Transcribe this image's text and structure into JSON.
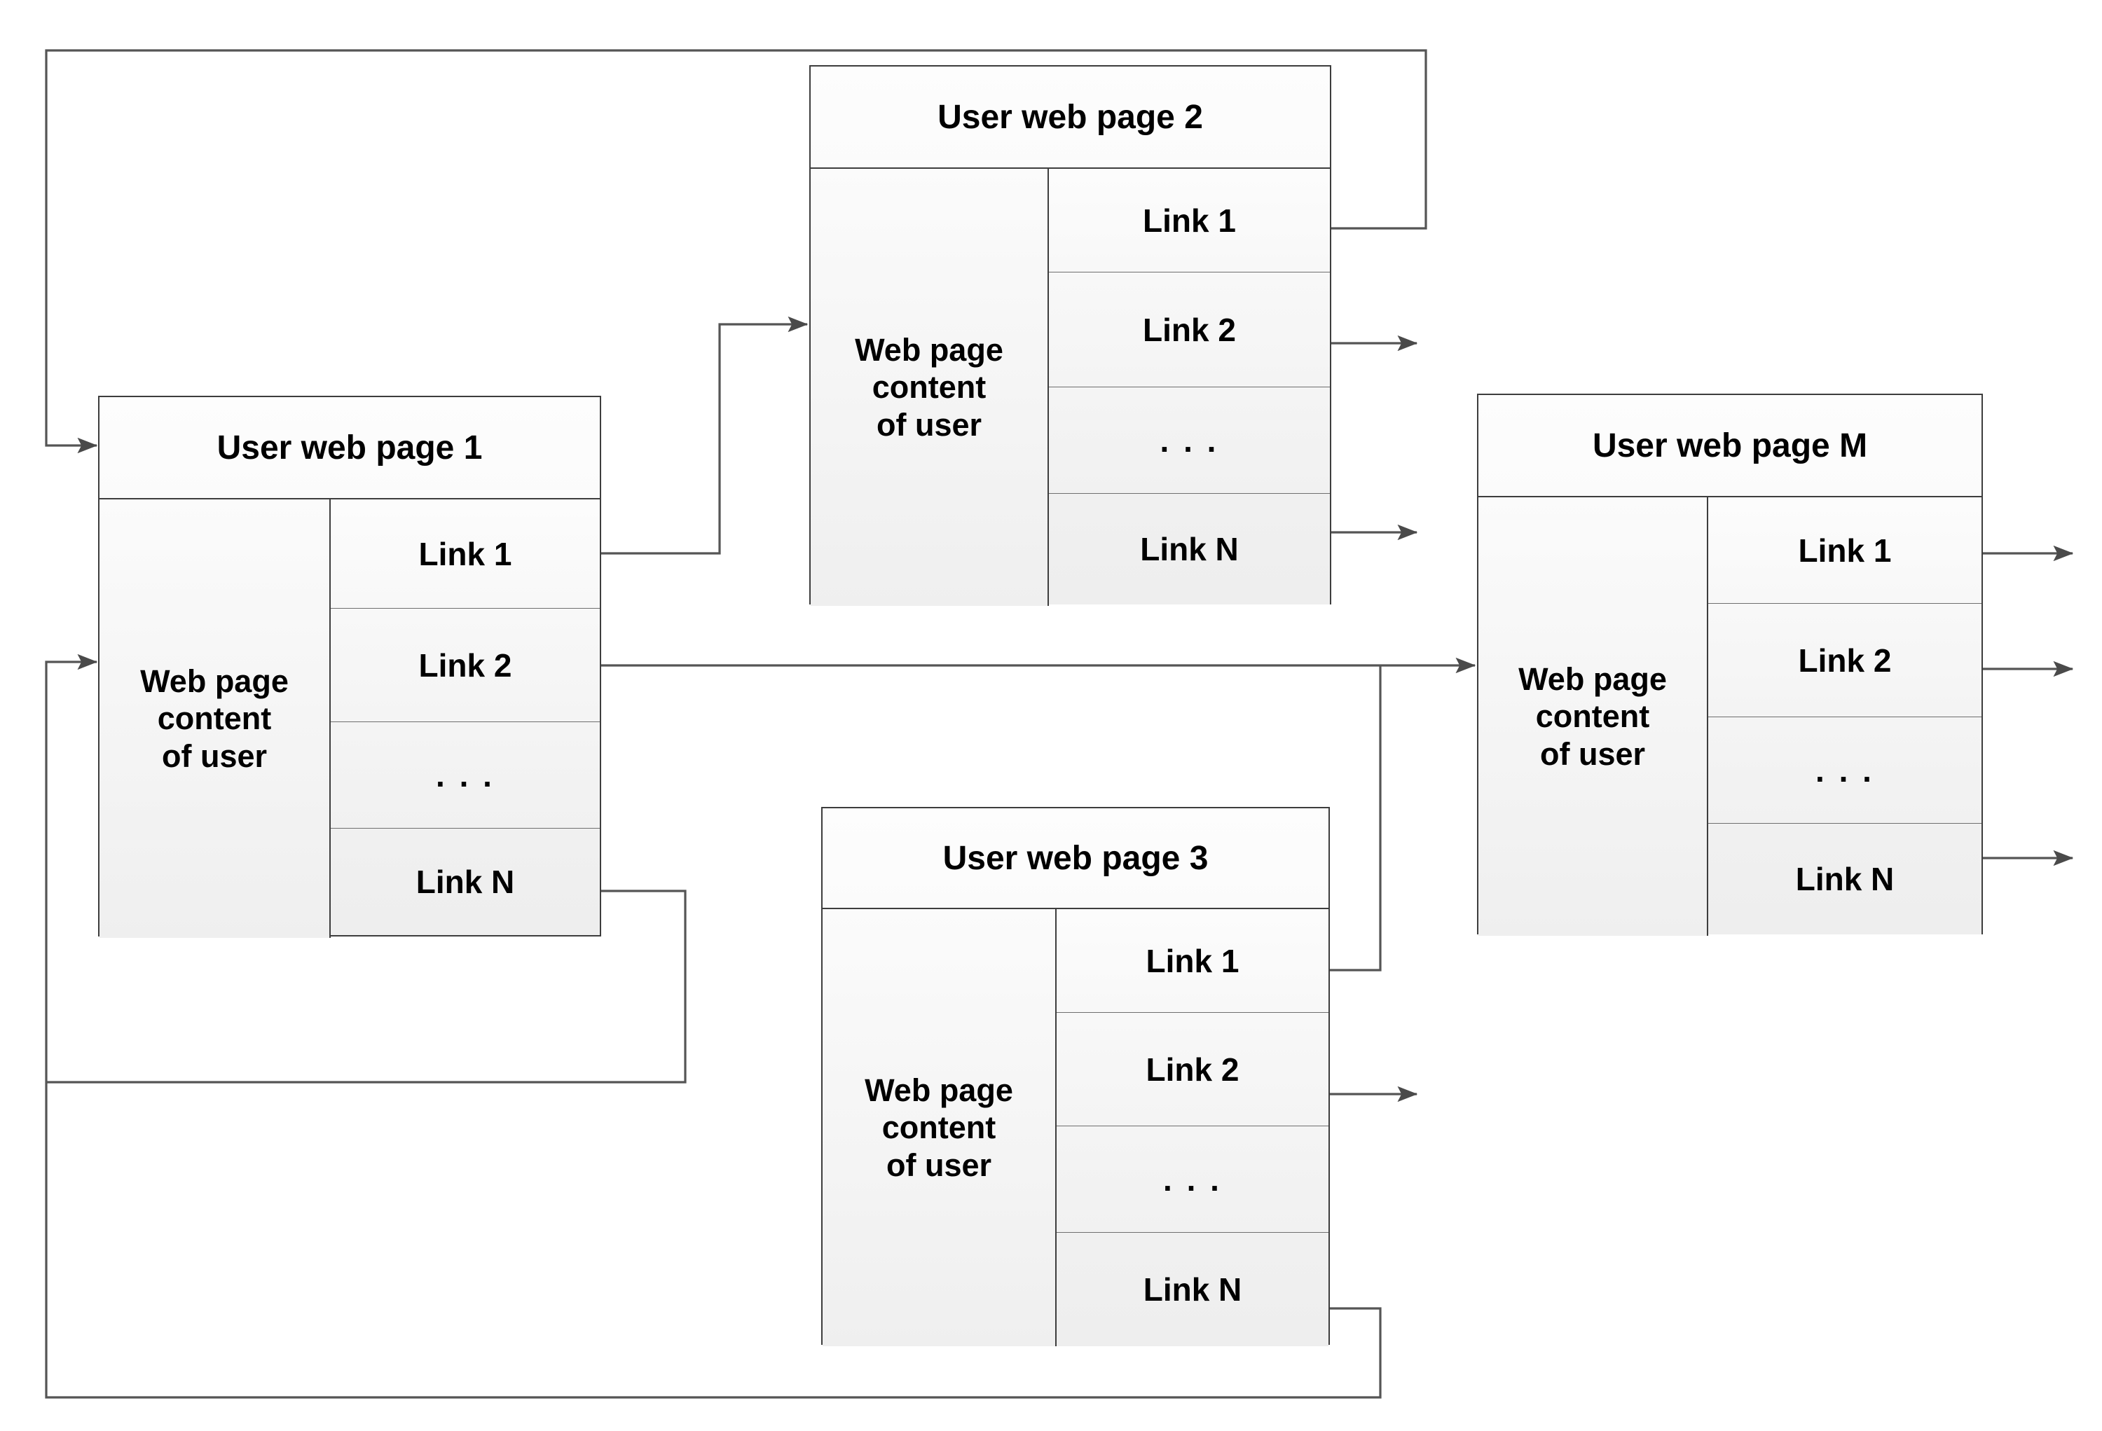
{
  "diagram": {
    "type": "node-link-graph",
    "description": "User web pages linked to each other via outgoing links",
    "stroke_color": "#3d3d3d",
    "line_color": "#555555",
    "box_fill_top": "#fbfbfb",
    "box_fill_bottom": "#eeeeee",
    "content_label": "Web page\ncontent\nof user",
    "ellipsis_label": ". . ."
  },
  "nodes": [
    {
      "id": "page1",
      "title": "User web page 1",
      "content_label_lines": [
        "Web page",
        "content",
        "of user"
      ],
      "links": [
        {
          "label": "Link 1"
        },
        {
          "label": "Link  2"
        },
        {
          "label": ". . ."
        },
        {
          "label": "Link  N"
        }
      ]
    },
    {
      "id": "page2",
      "title": "User web page 2",
      "content_label_lines": [
        "Web page",
        "content",
        "of user"
      ],
      "links": [
        {
          "label": "Link 1"
        },
        {
          "label": "Link 2"
        },
        {
          "label": ". . ."
        },
        {
          "label": "Link N"
        }
      ]
    },
    {
      "id": "page3",
      "title": "User web page 3",
      "content_label_lines": [
        "Web page",
        "content",
        "of user"
      ],
      "links": [
        {
          "label": "Link 1"
        },
        {
          "label": "Link 2"
        },
        {
          "label": ". . ."
        },
        {
          "label": "Link N"
        }
      ]
    },
    {
      "id": "pageM",
      "title": "User web page M",
      "content_label_lines": [
        "Web page",
        "content",
        "of user"
      ],
      "links": [
        {
          "label": "Link 1"
        },
        {
          "label": "Link 2"
        },
        {
          "label": ". . ."
        },
        {
          "label": "Link  N"
        }
      ]
    }
  ],
  "edges": [
    {
      "from": "page1.link1",
      "to": "page2.content",
      "kind": "elbow"
    },
    {
      "from": "page1.link2",
      "to": "pageM.content",
      "kind": "straight"
    },
    {
      "from": "page1.linkN",
      "to": "page1.header",
      "kind": "loop-back"
    },
    {
      "from": "page2.link1",
      "to": "page1.header",
      "kind": "loop-back-top"
    },
    {
      "from": "page2.link2",
      "to": "open",
      "kind": "dangling"
    },
    {
      "from": "page2.linkN",
      "to": "open",
      "kind": "dangling"
    },
    {
      "from": "page3.link1",
      "to": "pageM.content",
      "kind": "elbow"
    },
    {
      "from": "page3.link2",
      "to": "open",
      "kind": "dangling"
    },
    {
      "from": "page3.linkN",
      "to": "page1.content",
      "kind": "loop-back-bottom"
    },
    {
      "from": "pageM.link1",
      "to": "open",
      "kind": "dangling"
    },
    {
      "from": "pageM.link2",
      "to": "open",
      "kind": "dangling"
    },
    {
      "from": "pageM.linkN",
      "to": "open",
      "kind": "dangling"
    }
  ]
}
